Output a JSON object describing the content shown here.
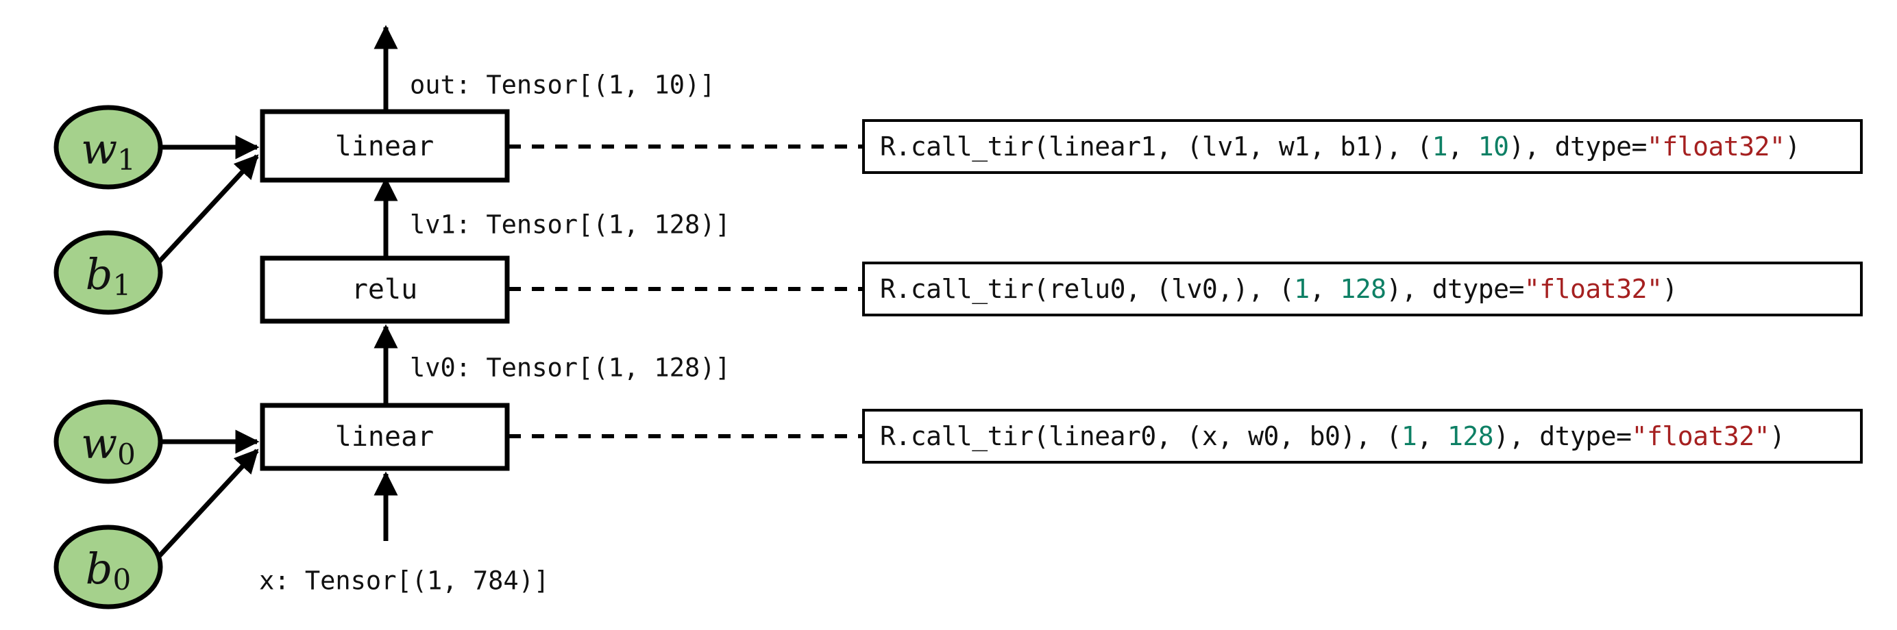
{
  "diagram": {
    "title": "Relax computational graph with call_tir lowering",
    "colors": {
      "param_fill": "#A5D18C",
      "stroke": "#000000",
      "background": "#ffffff",
      "number_token": "#0E8065",
      "string_token": "#A52020"
    },
    "params": [
      {
        "id": "w1",
        "base": "w",
        "sub": "1"
      },
      {
        "id": "b1",
        "base": "b",
        "sub": "1"
      },
      {
        "id": "w0",
        "base": "w",
        "sub": "0"
      },
      {
        "id": "b0",
        "base": "b",
        "sub": "0"
      }
    ],
    "operators": [
      {
        "id": "linear1",
        "label": "linear"
      },
      {
        "id": "relu0",
        "label": "relu"
      },
      {
        "id": "linear0",
        "label": "linear"
      }
    ],
    "edge_labels": {
      "out": "out: Tensor[(1, 10)]",
      "lv1": "lv1: Tensor[(1, 128)]",
      "lv0": "lv0: Tensor[(1, 128)]",
      "x": "x: Tensor[(1, 784)]"
    },
    "code_boxes": [
      {
        "id": "call-linear1",
        "full": "R.call_tir(linear1, (lv1, w1, b1), (1, 10), dtype=\"float32\")",
        "parts": [
          {
            "t": "R.call_tir(linear1, (lv1, w1, b1), (",
            "k": "plain"
          },
          {
            "t": "1",
            "k": "num"
          },
          {
            "t": ", ",
            "k": "plain"
          },
          {
            "t": "10",
            "k": "num"
          },
          {
            "t": "), dtype=",
            "k": "plain"
          },
          {
            "t": "\"float32\"",
            "k": "str"
          },
          {
            "t": ")",
            "k": "plain"
          }
        ]
      },
      {
        "id": "call-relu0",
        "full": "R.call_tir(relu0, (lv0,), (1, 128), dtype=\"float32\")",
        "parts": [
          {
            "t": "R.call_tir(relu0, (lv0,), (",
            "k": "plain"
          },
          {
            "t": "1",
            "k": "num"
          },
          {
            "t": ", ",
            "k": "plain"
          },
          {
            "t": "128",
            "k": "num"
          },
          {
            "t": "), dtype=",
            "k": "plain"
          },
          {
            "t": "\"float32\"",
            "k": "str"
          },
          {
            "t": ")",
            "k": "plain"
          }
        ]
      },
      {
        "id": "call-linear0",
        "full": "R.call_tir(linear0, (x, w0, b0), (1, 128), dtype=\"float32\")",
        "parts": [
          {
            "t": "R.call_tir(linear0, (x, w0, b0), (",
            "k": "plain"
          },
          {
            "t": "1",
            "k": "num"
          },
          {
            "t": ", ",
            "k": "plain"
          },
          {
            "t": "128",
            "k": "num"
          },
          {
            "t": "), dtype=",
            "k": "plain"
          },
          {
            "t": "\"float32\"",
            "k": "str"
          },
          {
            "t": ")",
            "k": "plain"
          }
        ]
      }
    ]
  }
}
